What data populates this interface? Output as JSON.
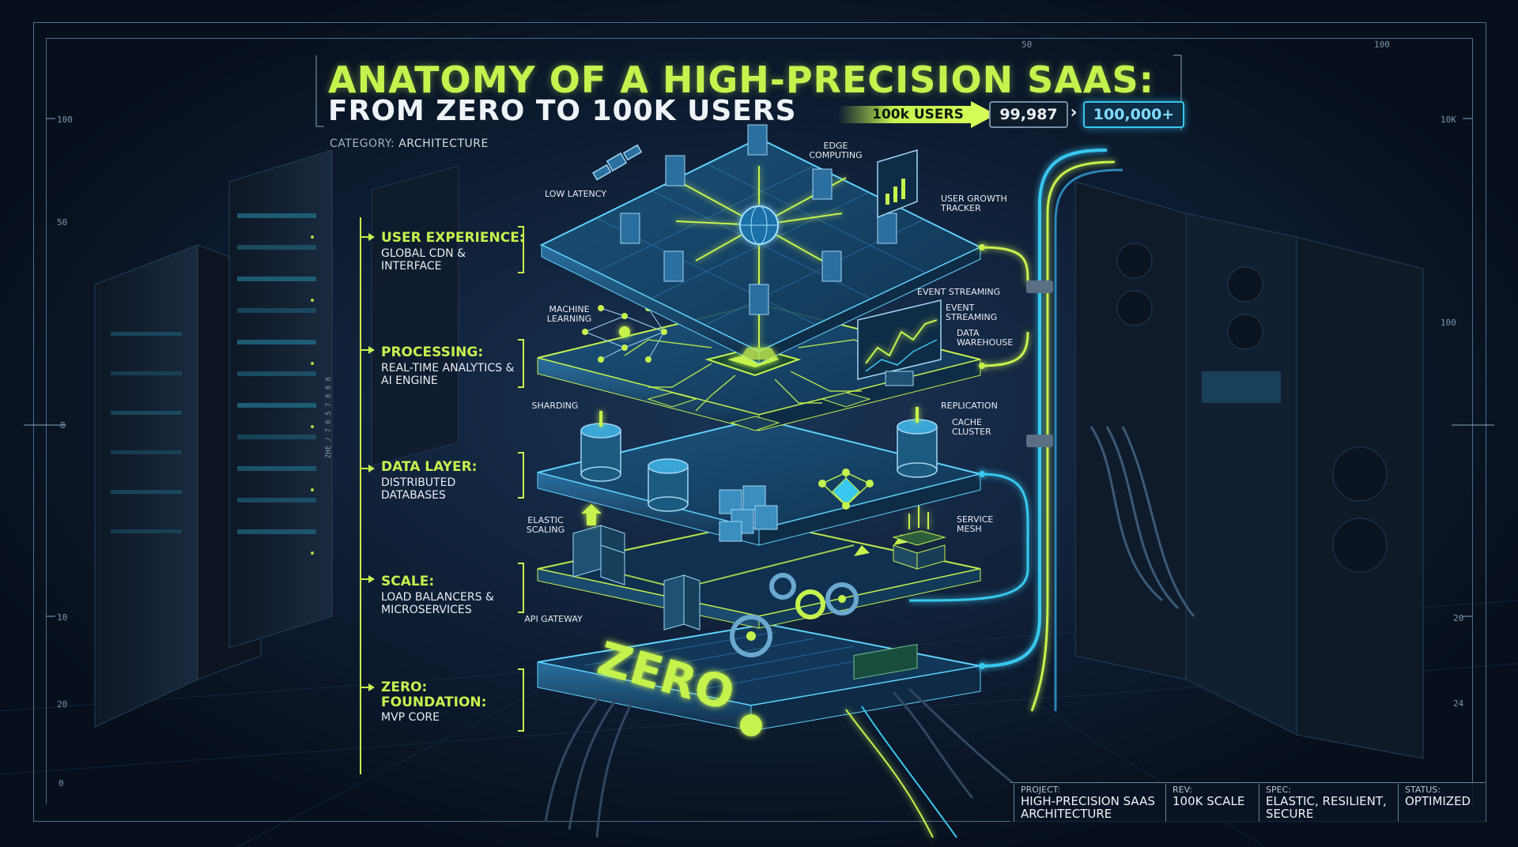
{
  "title": {
    "line1": "ANATOMY OF A HIGH-PRECISION SAAS:",
    "line2": "FROM ZERO TO 100K USERS"
  },
  "category": {
    "prefix": "CATEGORY:",
    "value": "ARCHITECTURE"
  },
  "users_banner": {
    "label": "100k USERS",
    "current": "99,987",
    "target": "100,000+",
    "separator": "›"
  },
  "rulers": {
    "top": [
      "50",
      "100"
    ],
    "left": [
      "100",
      "50",
      "8",
      "10",
      "20",
      "0"
    ],
    "right": [
      "10K",
      "100",
      "20",
      "24"
    ],
    "vertical_note": "ZHE / 7 6 5 7 8 8 8"
  },
  "layers": [
    {
      "heading": "USER EXPERIENCE:",
      "sub": "GLOBAL CDN & INTERFACE"
    },
    {
      "heading": "PROCESSING:",
      "sub": "REAL-TIME ANALYTICS & AI ENGINE"
    },
    {
      "heading": "DATA LAYER:",
      "sub": "DISTRIBUTED DATABASES"
    },
    {
      "heading": "SCALE:",
      "sub": "LOAD BALANCERS & MICROSERVICES"
    },
    {
      "heading": "ZERO: FOUNDATION:",
      "sub": "MVP CORE"
    }
  ],
  "callouts": {
    "edge_computing": "EDGE COMPUTING",
    "low_latency": "LOW LATENCY",
    "user_growth_tracker": "USER GROWTH TRACKER",
    "machine_learning": "MACHINE LEARNING",
    "event_streaming_top": "EVENT STREAMING",
    "event_streaming": "EVENT STREAMING",
    "data_warehouse": "DATA WAREHOUSE",
    "sharding": "SHARDING",
    "replication": "REPLICATION",
    "cache_cluster": "CACHE CLUSTER",
    "elastic_scaling": "ELASTIC SCALING",
    "service_mesh": "SERVICE MESH",
    "api_gateway": "API GATEWAY",
    "zero_plate": "ZERO"
  },
  "footer": {
    "project_label": "PROJECT:",
    "project_value": "HIGH-PRECISION SAAS ARCHITECTURE",
    "rev_label": "REV:",
    "rev_value": "100K SCALE",
    "spec_label": "SPEC:",
    "spec_value": "ELASTIC, RESILIENT, SECURE",
    "status_label": "STATUS:",
    "status_value": "OPTIMIZED"
  },
  "colors": {
    "background": "#0a1424",
    "lime": "#c6f24e",
    "cyan": "#38c8f0",
    "plate_glow": "#5fd3ff",
    "text": "#eef3f7"
  }
}
